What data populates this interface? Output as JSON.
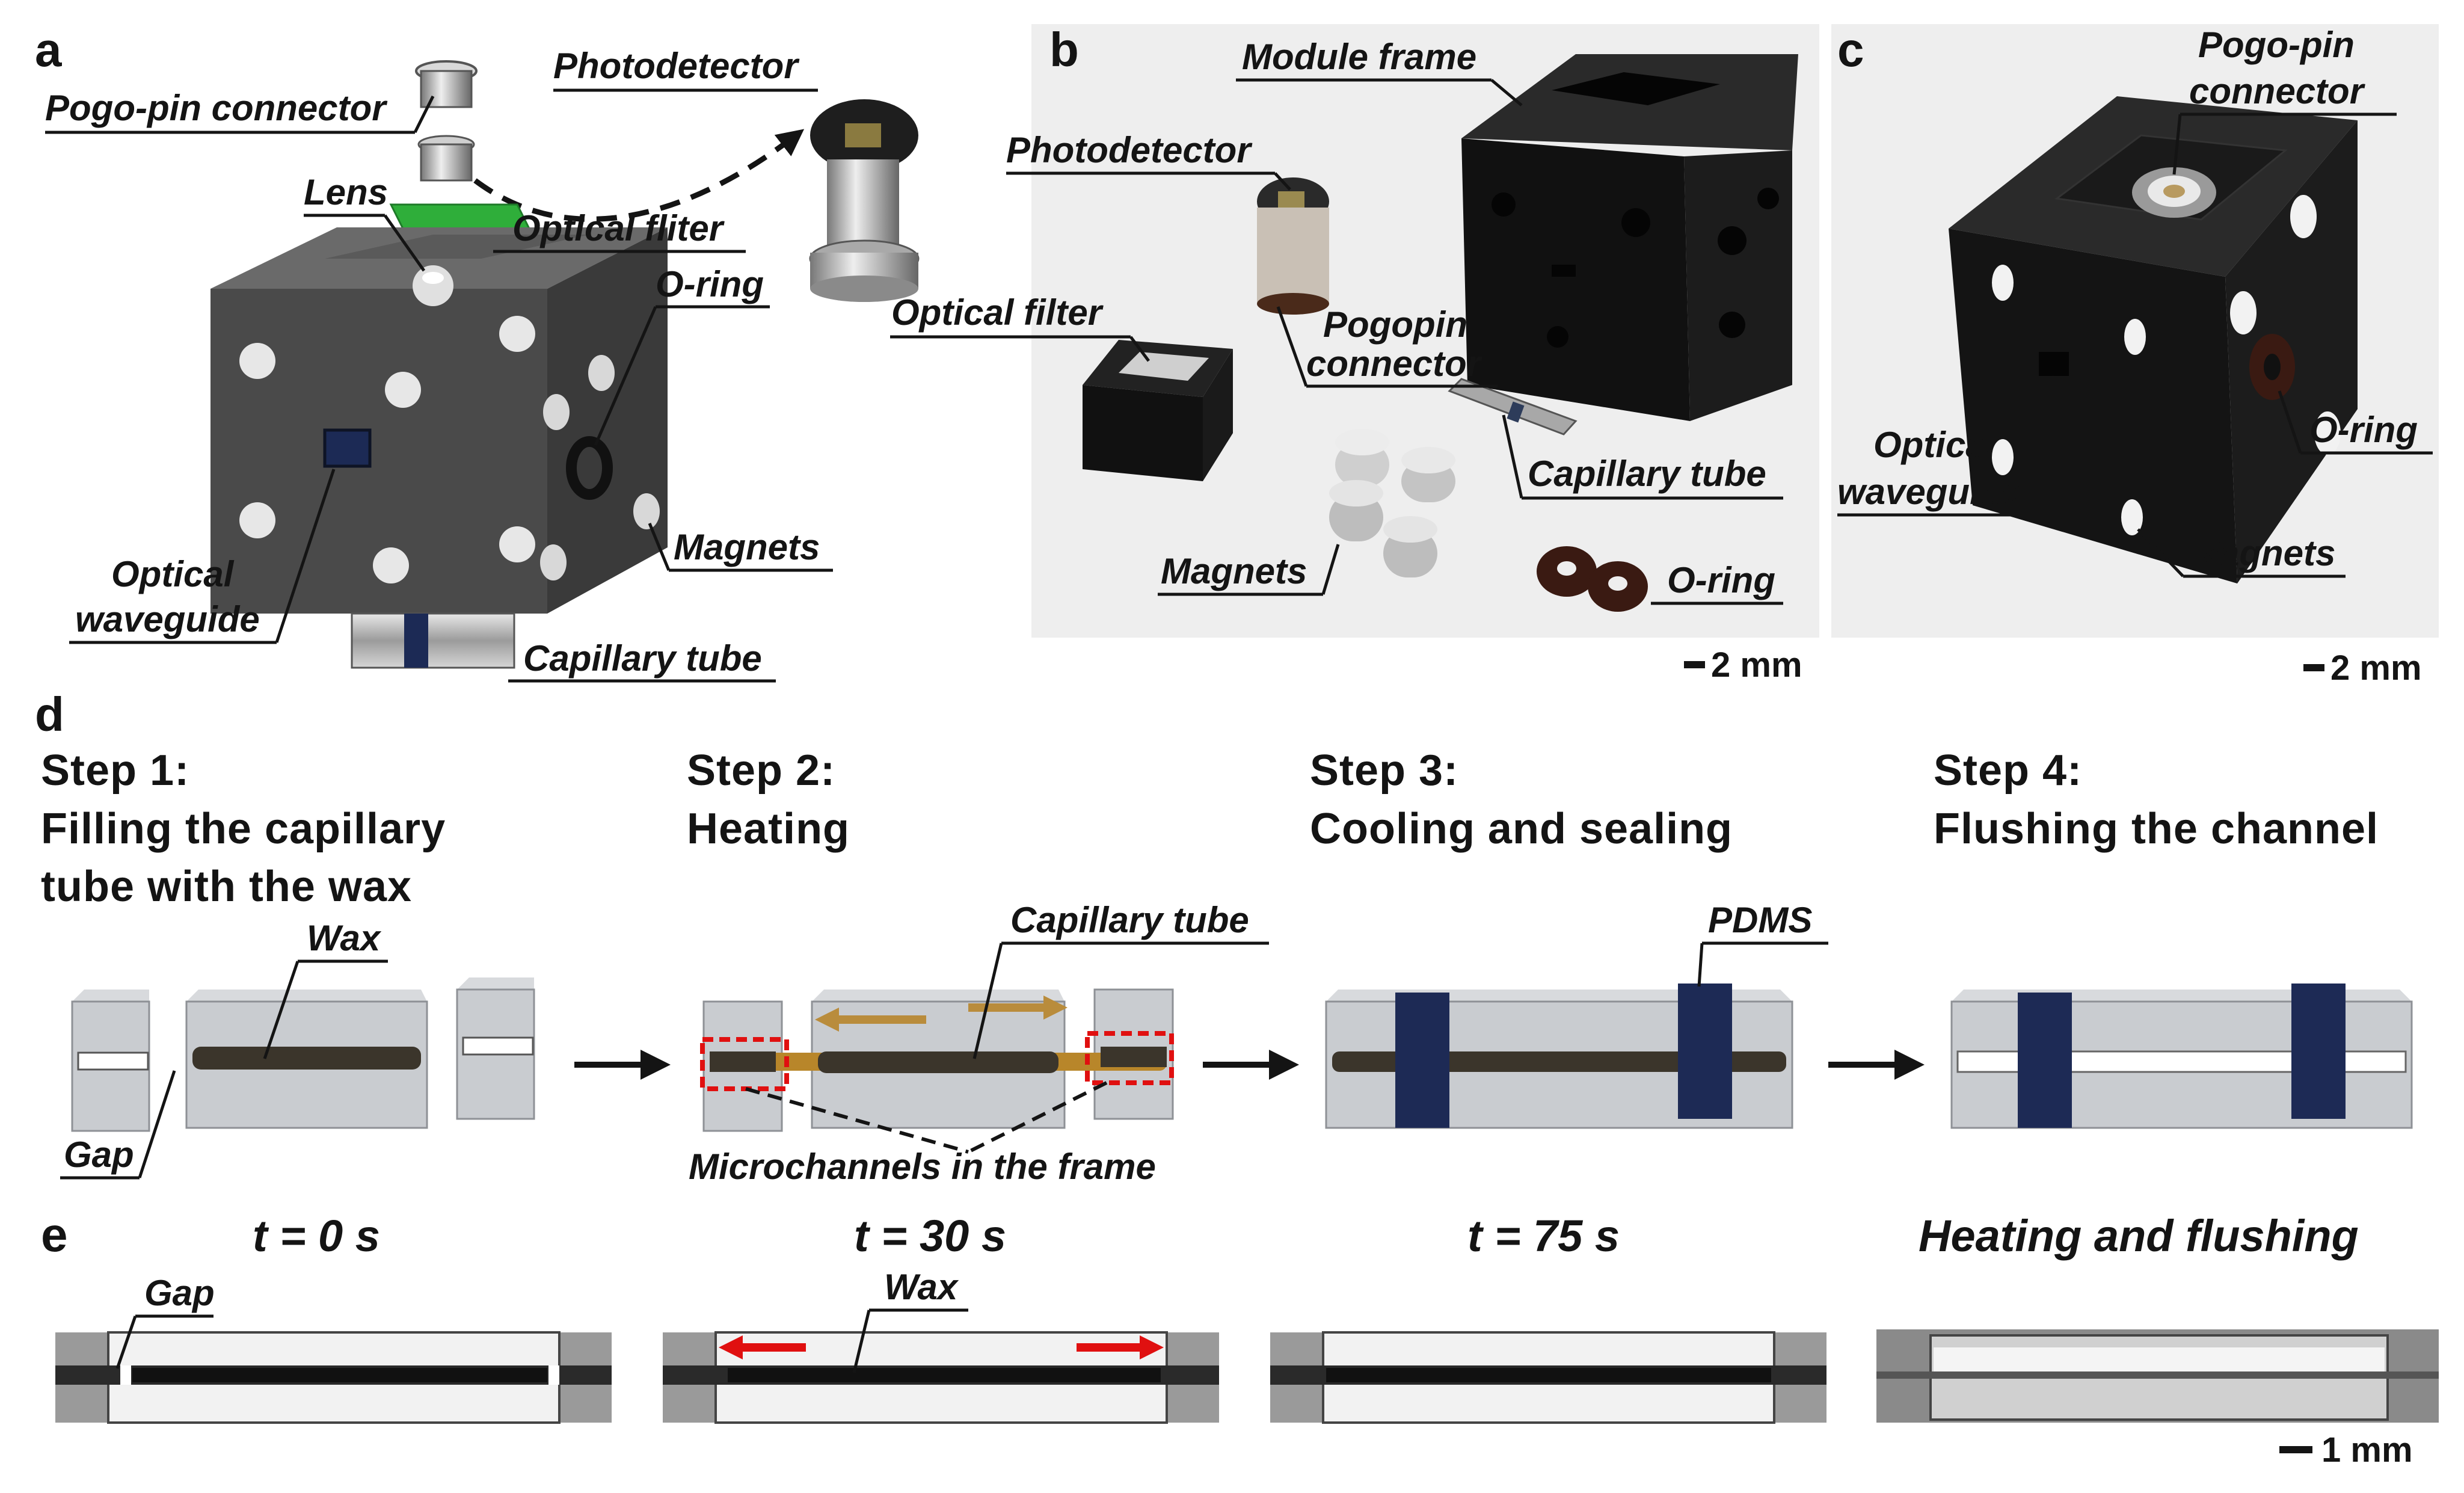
{
  "panels": {
    "a": "a",
    "b": "b",
    "c": "c",
    "d": "d",
    "e": "e"
  },
  "panel_a": {
    "pogo_pin_connector": "Pogo-pin connector",
    "photodetector": "Photodetector",
    "lens": "Lens",
    "optical_filter": "Optical fliter",
    "o_ring": "O-ring",
    "magnets": "Magnets",
    "optical_waveguide_1": "Optical",
    "optical_waveguide_2": "waveguide",
    "capillary_tube": "Capillary tube"
  },
  "panel_b": {
    "module_frame": "Module frame",
    "photodetector": "Photodetector",
    "optical_filter": "Optical filter",
    "pogopin_1": "Pogopin",
    "pogopin_2": "connector",
    "capillary_tube": "Capillary tube",
    "magnets": "Magnets",
    "o_ring": "O-ring",
    "scale": "2 mm"
  },
  "panel_c": {
    "pogo_pin_1": "Pogo-pin",
    "pogo_pin_2": "connector",
    "optical_waveguide_1": "Optical",
    "optical_waveguide_2": "waveguide",
    "o_ring": "O-ring",
    "magnets": "Magnets",
    "scale": "2 mm"
  },
  "panel_d": {
    "step1_title": "Step 1:",
    "step1_line1": "Filling the capillary",
    "step1_line2": "tube with the wax",
    "step2_title": "Step 2:",
    "step2_line1": "Heating",
    "step3_title": "Step 3:",
    "step3_line1": "Cooling and sealing",
    "step4_title": "Step 4:",
    "step4_line1": "Flushing the channel",
    "wax": "Wax",
    "gap": "Gap",
    "capillary_tube": "Capillary tube",
    "microchannels": "Microchannels in the frame",
    "pdms": "PDMS"
  },
  "panel_e": {
    "t0": "t = 0 s",
    "t30": "t = 30 s",
    "t75": "t = 75 s",
    "heating": "Heating and flushing",
    "gap": "Gap",
    "wax": "Wax",
    "scale": "1 mm"
  },
  "colors": {
    "frame_dark": "#3c3c3c",
    "photo_bg": "#f2f2f2",
    "translucent_block": "#c9ccd0",
    "wax": "#3b352b",
    "heated_wax": "#b8862a",
    "pdms": "#1d2a55",
    "arrow_gold": "#b98c3c",
    "highlight_red": "#e01010",
    "filter_green": "#2fae3a"
  }
}
